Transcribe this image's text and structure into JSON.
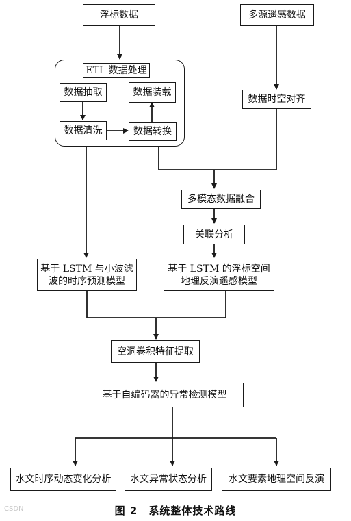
{
  "nodes": {
    "float_data": "浮标数据",
    "remote_data": "多源遥感数据",
    "etl": "ETL 数据处理",
    "extract": "数据抽取",
    "load": "数据装载",
    "clean": "数据清洗",
    "transform": "数据转换",
    "align": "数据时空对齐",
    "fusion": "多模态数据融合",
    "assoc": "关联分析",
    "lstm_wavelet": [
      "基于 LSTM 与小波滤",
      "波的时序预测模型"
    ],
    "lstm_inversion": [
      "基于 LSTM 的浮标空间",
      "地理反演遥感模型"
    ],
    "dilated_conv": "空洞卷积特征提取",
    "autoencoder": "基于自编码器的异常检测模型",
    "out_dynamic": "水文时序动态变化分析",
    "out_anomaly": "水文异常状态分析",
    "out_spatial": "水文要素地理空间反演"
  },
  "caption": "图 2　系统整体技术路线",
  "watermark": "CSDN"
}
